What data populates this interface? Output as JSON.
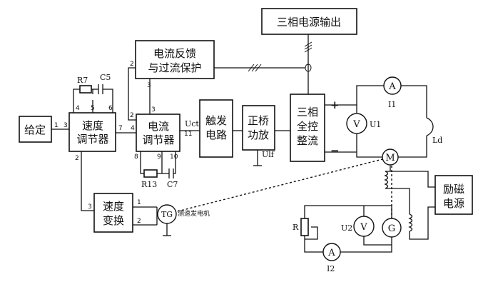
{
  "blocks": {
    "three_phase_output": "三相电源输出",
    "current_feedback_l1": "电流反馈",
    "current_feedback_l2": "与过流保护",
    "given": "给定",
    "speed_regulator_l1": "速度",
    "speed_regulator_l2": "调节器",
    "current_regulator_l1": "电流",
    "current_regulator_l2": "调节器",
    "trigger_l1": "触发",
    "trigger_l2": "电路",
    "bridge_amp_l1": "正桥",
    "bridge_amp_l2": "功放",
    "rectifier_l1": "三相",
    "rectifier_l2": "全控",
    "rectifier_l3": "整流",
    "speed_transform_l1": "速度",
    "speed_transform_l2": "变换",
    "excitation_l1": "励磁",
    "excitation_l2": "电源"
  },
  "labels": {
    "uct": "Uct",
    "ulf": "Ulf",
    "tachogenerator": "测速发电机",
    "tg": "TG",
    "r7": "R7",
    "c5": "C5",
    "r13": "R13",
    "c7": "C7",
    "plus": "+",
    "minus": "−",
    "motor": "M",
    "generator": "G",
    "ld": "Ld",
    "i1": "I1",
    "i2": "I2",
    "u1": "U1",
    "u2": "U2",
    "r": "R",
    "ammeter": "A",
    "voltmeter": "V"
  },
  "pins": {
    "g1": "1",
    "g3": "3",
    "s4": "4",
    "s5": "5",
    "s6": "6",
    "s7": "7",
    "s2": "2",
    "f2": "2",
    "f3": "3",
    "c2": "2",
    "c3": "3",
    "c4": "4",
    "c11": "11",
    "c8": "8",
    "c9": "9",
    "c10": "10",
    "t3": "3",
    "t1": "1",
    "t2": "2"
  }
}
